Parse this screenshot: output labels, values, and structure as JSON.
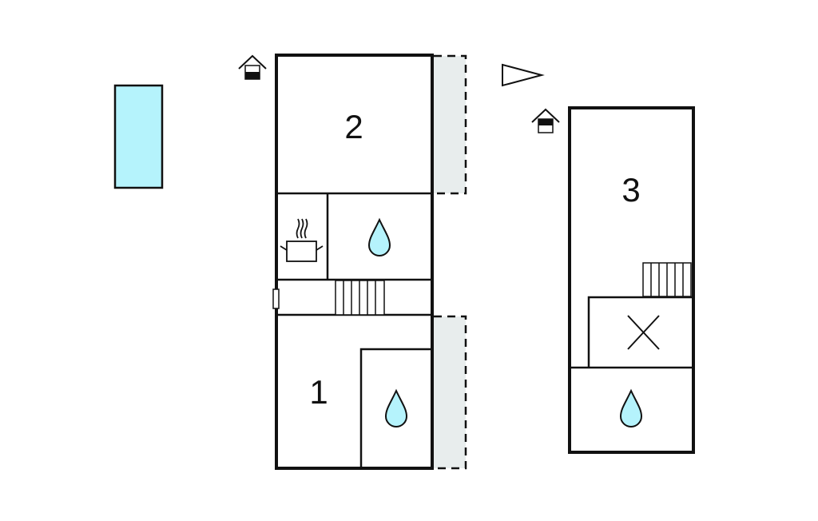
{
  "floorplan": {
    "rooms": [
      {
        "label": "2",
        "type": "bedroom"
      },
      {
        "label": "1",
        "type": "bedroom"
      },
      {
        "label": "3",
        "type": "bedroom"
      }
    ],
    "icons": [
      "pool",
      "entrance-icon",
      "kitchen-icon",
      "bathroom-icon",
      "stairs",
      "door",
      "terrace",
      "direction-triangle",
      "void-cross"
    ],
    "colors": {
      "wall": "#111111",
      "water": "#b5f3fc",
      "terrace": "#e8eded"
    }
  }
}
